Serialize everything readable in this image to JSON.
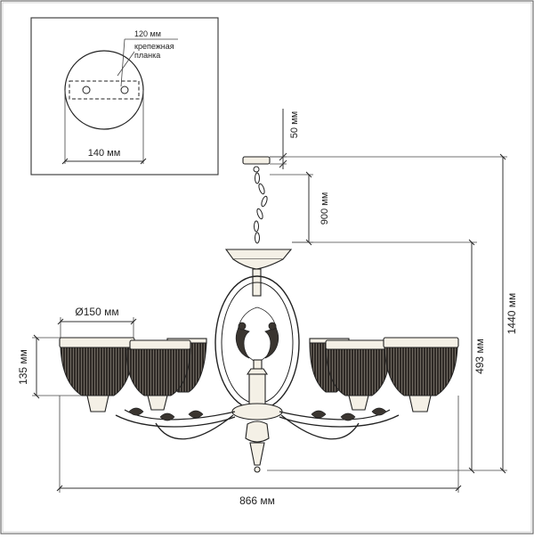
{
  "mount_detail": {
    "width_label": "140 мм",
    "spacing_label": "120 мм",
    "bracket_label_line1": "крепежная",
    "bracket_label_line2": "планка"
  },
  "dimensions": {
    "canopy_height": "50 мм",
    "chain_length": "900 мм",
    "total_height": "1440 мм",
    "body_height": "493 мм",
    "shade_height": "135 мм",
    "shade_diameter": "Ø150 мм",
    "total_width": "866 мм"
  }
}
